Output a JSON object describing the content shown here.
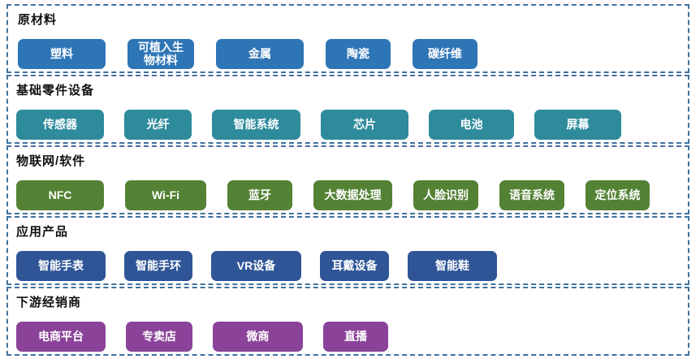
{
  "palette": {
    "border": "#41719C",
    "chip_text": "#FFFFFF",
    "tier_title_text": "#111111",
    "tier_colors": {
      "raw_materials": "#2E75B6",
      "basic_components": "#2E8B9C",
      "iot_software": "#548235",
      "application_products": "#2F5597",
      "distributors": "#8A4399"
    }
  },
  "tiers": [
    {
      "title": "原材料",
      "color": "#2E75B6",
      "items": [
        "塑料",
        "可植入生\n物材料",
        "金属",
        "陶瓷",
        "碳纤维"
      ]
    },
    {
      "title": "基础零件设备",
      "color": "#2E8B9C",
      "items": [
        "传感器",
        "光纤",
        "智能系统",
        "芯片",
        "电池",
        "屏幕"
      ]
    },
    {
      "title": "物联网/软件",
      "color": "#548235",
      "items": [
        "NFC",
        "Wi-Fi",
        "蓝牙",
        "大数据处理",
        "人脸识别",
        "语音系统",
        "定位系统"
      ]
    },
    {
      "title": "应用产品",
      "color": "#2F5597",
      "items": [
        "智能手表",
        "智能手环",
        "VR设备",
        "耳戴设备",
        "智能鞋"
      ]
    },
    {
      "title": "下游经销商",
      "color": "#8A4399",
      "items": [
        "电商平台",
        "专卖店",
        "微商",
        "直播"
      ]
    }
  ]
}
